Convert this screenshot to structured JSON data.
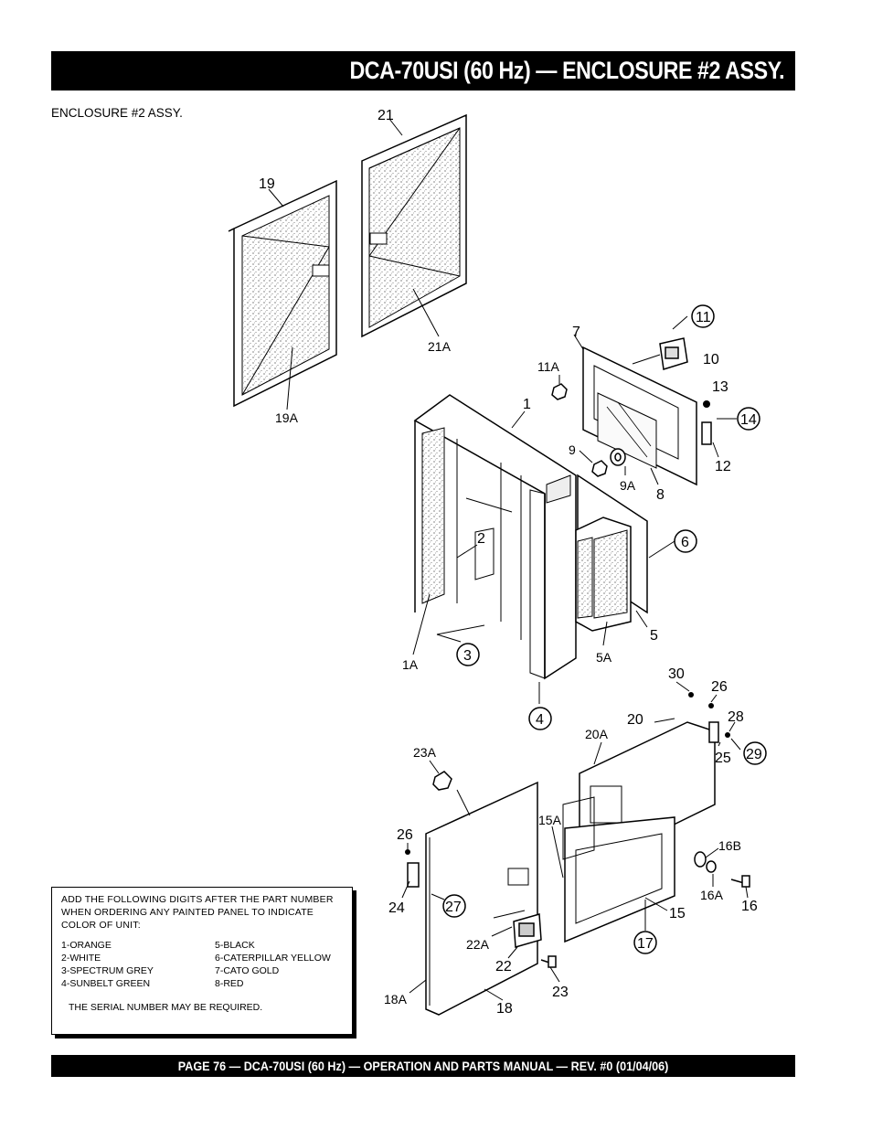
{
  "header": {
    "title": "DCA-70USI (60 Hz)  — ENCLOSURE #2 ASSY."
  },
  "subtitle": "ENCLOSURE #2 ASSY.",
  "callouts": {
    "c21": "21",
    "c19": "19",
    "c19A": "19A",
    "c21A": "21A",
    "c11": "11",
    "c7": "7",
    "c10": "10",
    "c11A": "11A",
    "c13": "13",
    "c14": "14",
    "c12": "12",
    "c1": "1",
    "c9": "9",
    "c9A": "9A",
    "c8": "8",
    "c6": "6",
    "c2": "2",
    "c5": "5",
    "c3": "3",
    "c5A": "5A",
    "c1A": "1A",
    "c4": "4",
    "c30": "30",
    "c26a": "26",
    "c28": "28",
    "c20": "20",
    "c29": "29",
    "c25": "25",
    "c20A": "20A",
    "c23A": "23A",
    "c15A": "15A",
    "c16B": "16B",
    "c26b": "26",
    "c16A": "16A",
    "c16": "16",
    "c24": "24",
    "c27": "27",
    "c15": "15",
    "c22A": "22A",
    "c17": "17",
    "c22": "22",
    "c23": "23",
    "c18A": "18A",
    "c18": "18"
  },
  "color_note": {
    "intro": "ADD THE FOLLOWING DIGITS AFTER THE PART NUMBER WHEN ORDERING ANY PAINTED PANEL TO INDICATE COLOR OF UNIT:",
    "colors": [
      "1-ORANGE",
      "5-BLACK",
      "2-WHITE",
      "6-CATERPILLAR YELLOW",
      "3-SPECTRUM GREY",
      "7-CATO GOLD",
      "4-SUNBELT GREEN",
      "8-RED"
    ],
    "serial": "THE SERIAL NUMBER MAY BE REQUIRED."
  },
  "footer": {
    "text": "PAGE 76 — DCA-70USI (60 Hz)  —  OPERATION AND PARTS  MANUAL — REV. #0  (01/04/06)"
  }
}
